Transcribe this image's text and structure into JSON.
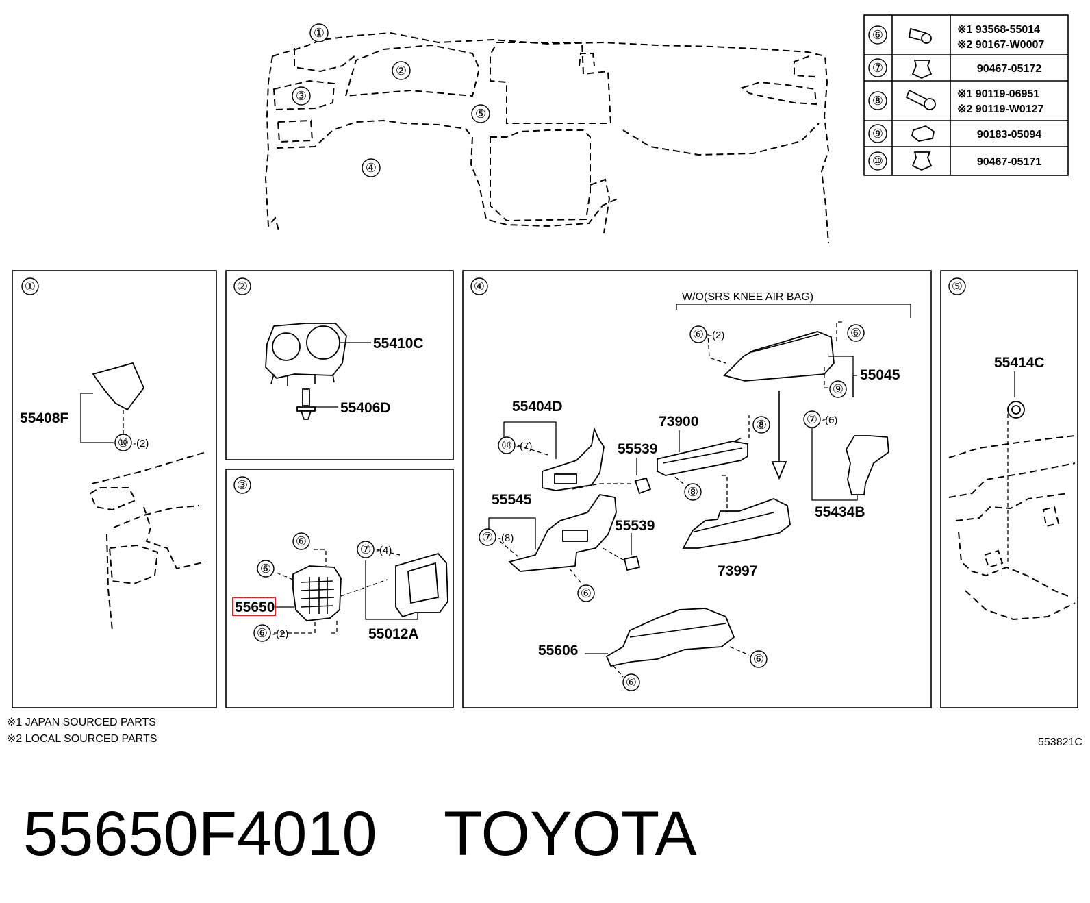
{
  "overview": {
    "callouts": [
      "①",
      "②",
      "③",
      "④",
      "⑤"
    ]
  },
  "fastener_table": {
    "rows": [
      {
        "ref": "⑥",
        "icon": "bolt-icon",
        "parts": [
          "※1  93568-55014",
          "※2  90167-W0007"
        ]
      },
      {
        "ref": "⑦",
        "icon": "clip-icon",
        "parts": [
          "90467-05172"
        ]
      },
      {
        "ref": "⑧",
        "icon": "bolt-icon",
        "parts": [
          "※1  90119-06951",
          "※2  90119-W0127"
        ]
      },
      {
        "ref": "⑨",
        "icon": "nut-icon",
        "parts": [
          "90183-05094"
        ]
      },
      {
        "ref": "⑩",
        "icon": "clip-icon",
        "parts": [
          "90467-05171"
        ]
      }
    ]
  },
  "panel1": {
    "ref": "①",
    "part": "55408F",
    "fastener": "⑩",
    "qty": "-(2)"
  },
  "panel2": {
    "ref": "②",
    "parts": [
      "55410C",
      "55406D"
    ]
  },
  "panel3": {
    "ref": "③",
    "highlighted_part": "55650",
    "part2": "55012A",
    "f6_top": "⑥",
    "f6_left": "⑥",
    "f6_bottom": "⑥",
    "f6_bottom_qty": "-(2)",
    "f7": "⑦",
    "f7_qty": "-(4)",
    "highlight_color": "#e02020"
  },
  "panel4": {
    "ref": "④",
    "condition": "W/O(SRS KNEE AIR BAG)",
    "parts": {
      "p55045": "55045",
      "p55404D": "55404D",
      "p73900": "73900",
      "p55539a": "55539",
      "p55539b": "55539",
      "p55545": "55545",
      "p73997": "73997",
      "p55434B": "55434B",
      "p55606": "55606"
    },
    "fasteners": {
      "f6_a": "⑥",
      "f6_a_qty": "-(2)",
      "f6_b": "⑥",
      "f9": "⑨",
      "f10": "⑩",
      "f10_qty": "-(7)",
      "f8_a": "⑧",
      "f8_b": "⑧",
      "f7_a": "⑦",
      "f7_a_qty": "-(6)",
      "f7_b": "⑦",
      "f7_b_qty": "-(8)",
      "f6_c": "⑥",
      "f6_d": "⑥",
      "f6_e": "⑥"
    }
  },
  "panel5": {
    "ref": "⑤",
    "part": "55414C"
  },
  "footnotes": [
    "※1 JAPAN SOURCED PARTS",
    "※2 LOCAL SOURCED PARTS"
  ],
  "diagram_code": "553821C",
  "caption": {
    "part_number": "55650F4010",
    "brand": "TOYOTA"
  }
}
